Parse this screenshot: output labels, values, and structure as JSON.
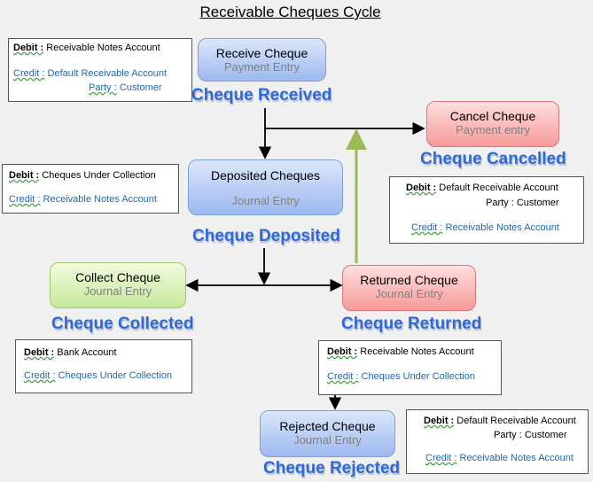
{
  "title": "Receivable Cheques Cycle",
  "nodes": {
    "receive": {
      "main": "Receive Cheque",
      "sub": "Payment Entry",
      "status": "Cheque Received"
    },
    "deposited": {
      "main": "Deposited Cheques",
      "sub": "Journal Entry",
      "status": "Cheque Deposited"
    },
    "cancel": {
      "main": "Cancel Cheque",
      "sub": "Payment entry",
      "status": "Cheque Cancelled"
    },
    "collect": {
      "main": "Collect Cheque",
      "sub": "Journal Entry",
      "status": "Cheque Collected"
    },
    "returned": {
      "main": "Returned Cheque",
      "sub": "Journal Entry",
      "status": "Cheque Returned"
    },
    "rejected": {
      "main": "Rejected Cheque",
      "sub": "Journal Entry",
      "status": "Cheque Rejected"
    }
  },
  "accounts": {
    "receive": {
      "debit_label": "Debit :",
      "debit": "Receivable Notes Account",
      "credit_label": "Credit :",
      "credit": "Default Receivable Account",
      "party_label": "Party :",
      "party": "Customer"
    },
    "deposited": {
      "debit_label": "Debit :",
      "debit": "Cheques Under Collection",
      "credit_label": "Credit :",
      "credit": "Receivable Notes Account"
    },
    "cancel": {
      "debit_label": "Debit :",
      "debit": "Default Receivable Account",
      "party_label": "Party :",
      "party": "Customer",
      "credit_label": "Credit :",
      "credit": "Receivable Notes Account"
    },
    "collect": {
      "debit_label": "Debit :",
      "debit": "Bank Account",
      "credit_label": "Credit :",
      "credit": "Cheques Under Collection"
    },
    "returned": {
      "debit_label": "Debit :",
      "debit": "Receivable Notes Account",
      "credit_label": "Credit :",
      "credit": "Cheques Under Collection"
    },
    "rejected": {
      "debit_label": "Debit :",
      "debit": "Default Receivable Account",
      "party_label": "Party :",
      "party": "Customer",
      "credit_label": "Credit :",
      "credit": "Receivable Notes Account"
    }
  },
  "colors": {
    "status_text": "#2e6ad6",
    "arrow": "#000000",
    "return_arrow": "#9bbb59",
    "credit_text": "#1f67b3"
  }
}
